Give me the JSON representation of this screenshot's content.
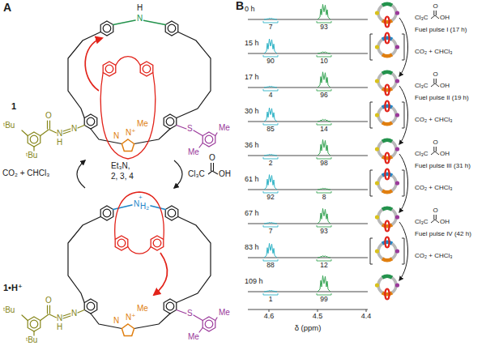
{
  "diagram": {
    "nodes": [
      {
        "text": [
          "1"
        ]
      },
      {
        "text": [
          "1•H⁺"
        ]
      }
    ],
    "edges": [
      {
        "from": 1,
        "to": 0,
        "arrow": "to"
      },
      {
        "from": 0,
        "to": 1,
        "arrow": "to"
      }
    ],
    "labels": [
      "A",
      "H",
      "N",
      "ᵗBu",
      "ᵗBu",
      "O",
      "N",
      "H",
      "N",
      "S",
      "Me",
      "Me",
      "N",
      "N⁺",
      "Me",
      "Et₃N,",
      "2, 3, 4",
      "CO₂ + CHCl₃",
      "Cl₃C",
      "O",
      "OH",
      "+",
      "N",
      "H₂",
      "ᵗBu",
      "ᵗBu",
      "O",
      "N",
      "H",
      "N",
      "S",
      "Me",
      "Me",
      "N",
      "N⁺",
      "Me",
      "B",
      "0 h",
      "15 h",
      "17 h",
      "30 h",
      "36 h",
      "61 h",
      "67 h",
      "83 h",
      "109 h",
      "7",
      "93",
      "90",
      "10",
      "4",
      "96",
      "85",
      "14",
      "2",
      "98",
      "92",
      "8",
      "7",
      "93",
      "88",
      "12",
      "1",
      "99",
      "4.6",
      "4.5",
      "4.4",
      "δ (ppm)",
      "Cl₃C",
      "O",
      "OH",
      "Fuel pulse I (17 h)",
      "CO₂ + CHCl₃",
      "Cl₃C",
      "O",
      "OH",
      "Fuel pulse II (19 h)",
      "CO₂ + CHCl₃",
      "Cl₃C",
      "O",
      "OH",
      "Fuel pulse III (31 h)",
      "CO₂ + CHCl₃",
      "Cl₃C",
      "O",
      "OH",
      "Fuel pulse IV (42 h)",
      "CO₂ + CHCl₃"
    ]
  }
}
